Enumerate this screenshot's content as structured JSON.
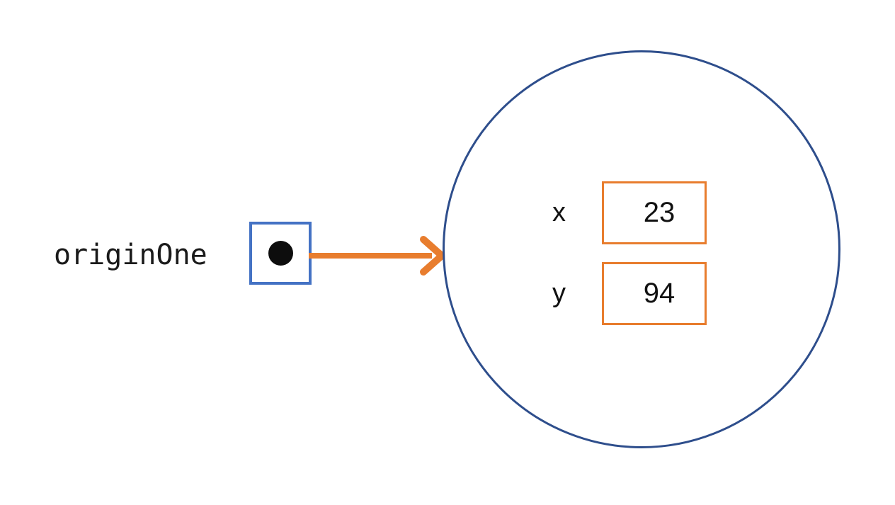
{
  "diagram": {
    "title": "originOne object reference",
    "colors": {
      "reference_box_border": "#4472C4",
      "reference_dot": "#0D0D0D",
      "arrow": "#E87D2E",
      "object_circle_border": "#2E4E8C",
      "field_box_border": "#E87D2E",
      "text": "#111111",
      "background": "#FFFFFF"
    },
    "variable": {
      "label": "originOne",
      "reference_dot_icon": "filled-circle-icon"
    },
    "arrow": {
      "icon": "arrow-right-icon",
      "from": "originOne",
      "to": "object"
    },
    "object": {
      "shape": "circle",
      "fields": [
        {
          "name": "x",
          "value": "23"
        },
        {
          "name": "y",
          "value": "94"
        }
      ]
    }
  }
}
